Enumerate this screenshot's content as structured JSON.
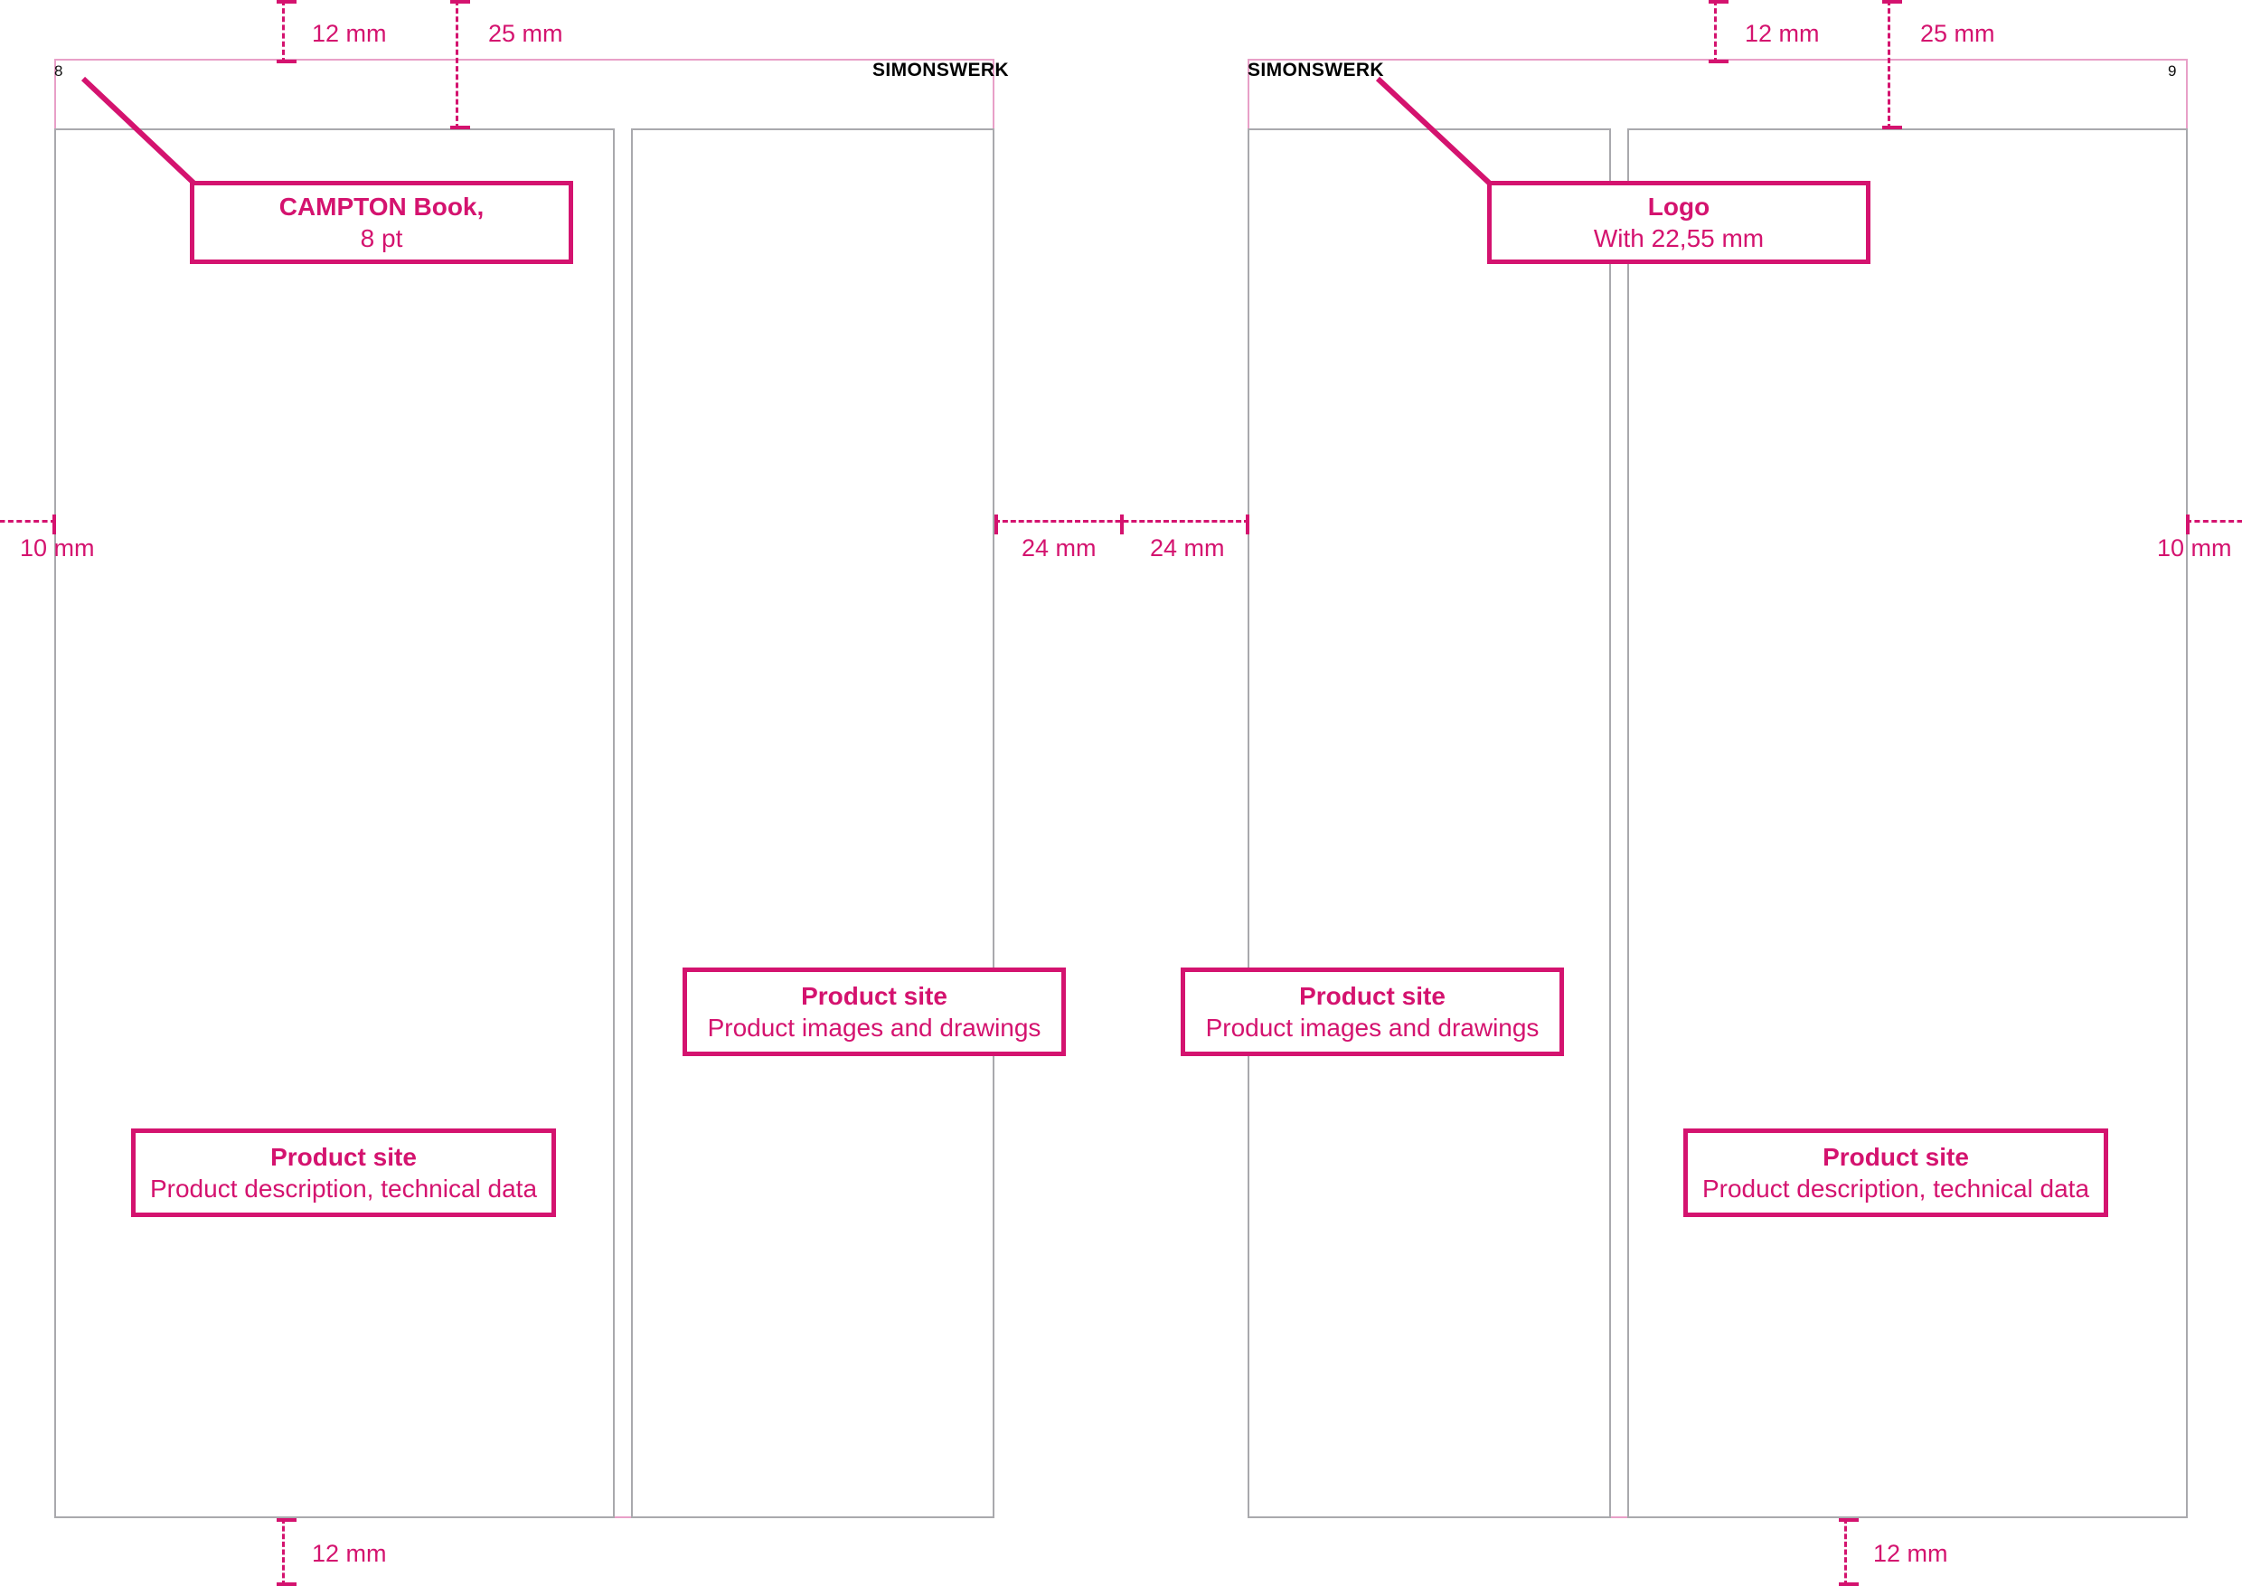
{
  "theme": {
    "accent": "#d4136f",
    "frame_pink": "#e8a0c8",
    "content_gray": "#a9a9ad",
    "text_black": "#000000"
  },
  "spread": {
    "left_page": {
      "page_number": "8",
      "brand": "SIMONSWERK",
      "brand_align": "right"
    },
    "right_page": {
      "page_number": "9",
      "brand": "SIMONSWERK",
      "brand_align": "left"
    }
  },
  "dimensions": {
    "top_left_12": "12 mm",
    "top_left_25": "25 mm",
    "top_right_12": "12 mm",
    "top_right_25": "25 mm",
    "side_left_10": "10 mm",
    "side_right_10": "10 mm",
    "gutter_left_24": "24 mm",
    "gutter_right_24": "24 mm",
    "bottom_left_12": "12 mm",
    "bottom_right_12": "12 mm"
  },
  "callouts": {
    "typeface": {
      "title": "CAMPTON Book,",
      "detail": "8 pt"
    },
    "logo": {
      "title": "Logo",
      "detail": "With 22,55 mm"
    },
    "left_description": {
      "title": "Product site",
      "detail": "Product description, technical data"
    },
    "left_images": {
      "title": "Product site",
      "detail": "Product images and drawings"
    },
    "right_images": {
      "title": "Product site",
      "detail": "Product images and drawings"
    },
    "right_description": {
      "title": "Product site",
      "detail": "Product description, technical data"
    }
  }
}
